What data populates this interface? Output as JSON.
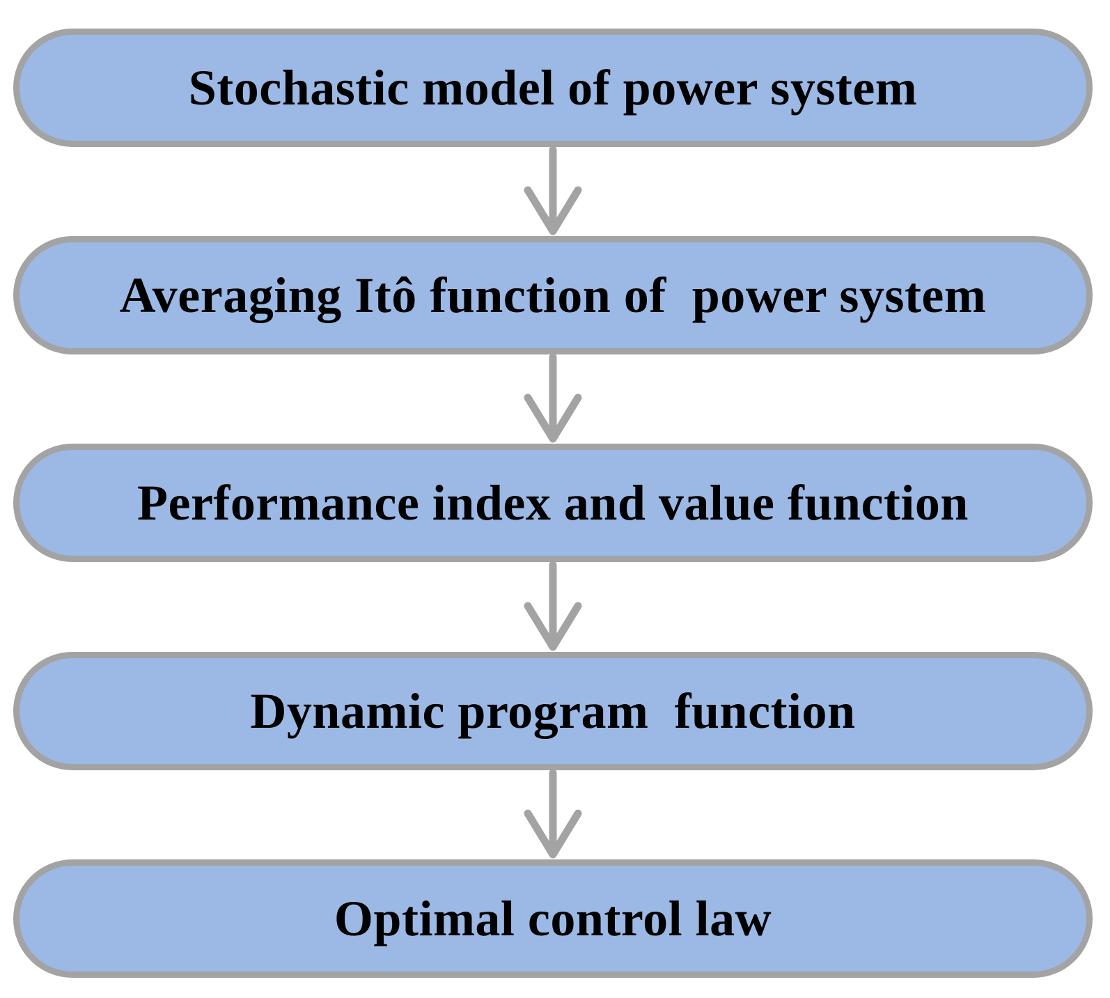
{
  "diagram": {
    "type": "flowchart",
    "colors": {
      "box_fill": "#9bb9e4",
      "box_border": "#a3a3a3",
      "arrow": "#a3a3a3",
      "text": "#000000"
    },
    "steps": [
      {
        "label": "Stochastic model of power system"
      },
      {
        "label": "Averaging Itô function of  power system"
      },
      {
        "label": "Performance index and value function"
      },
      {
        "label": "Dynamic program  function"
      },
      {
        "label": "Optimal control law"
      }
    ]
  }
}
